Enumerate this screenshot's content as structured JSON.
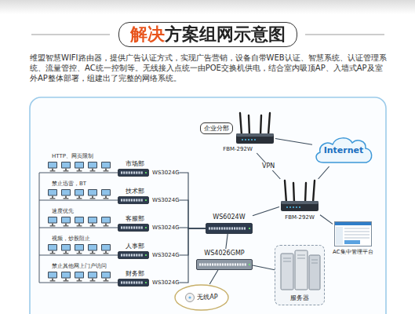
{
  "diagram": {
    "title": "解决方案组网示意图",
    "caption": "维盟智慧WIFI路由器，提供广告认证方式，实现广告营销，设备自带WEB认证、智慧系统、认证管理系统、流量管控、AC统一控制等。无线接入点统一由POE交换机供电，结合室内吸顶AP、入墙式AP及室外AP整体部署，组建出了完整的网络系统。",
    "nodes": [
      {
        "text": [
          "市场部",
          "WS3024G"
        ]
      },
      {
        "text": [
          "技术部",
          "WS3024G"
        ]
      },
      {
        "text": [
          "客服部",
          "WS3024G"
        ]
      },
      {
        "text": [
          "人事部",
          "WS3024G"
        ]
      },
      {
        "text": [
          "财务部",
          "WS3024G"
        ]
      },
      {
        "text": [
          "WS6024W"
        ]
      },
      {
        "text": [
          "WS4026GMP"
        ]
      },
      {
        "text": [
          "无线AP"
        ]
      },
      {
        "text": [
          "企业分部",
          "FBM-292W"
        ]
      },
      {
        "text": [
          "Internet"
        ]
      },
      {
        "text": [
          "FBM-292W"
        ]
      },
      {
        "text": [
          "AC集中管理平台"
        ]
      },
      {
        "text": [
          "服务器"
        ]
      }
    ],
    "edges": [
      {
        "from": 0,
        "to": 5,
        "arrow": "none"
      },
      {
        "from": 1,
        "to": 5,
        "arrow": "none"
      },
      {
        "from": 2,
        "to": 5,
        "arrow": "none"
      },
      {
        "from": 3,
        "to": 5,
        "arrow": "none"
      },
      {
        "from": 4,
        "to": 5,
        "arrow": "none"
      },
      {
        "from": 5,
        "to": 10,
        "arrow": "none"
      },
      {
        "from": 5,
        "to": 6,
        "arrow": "none"
      },
      {
        "from": 6,
        "to": 7,
        "arrow": "none"
      },
      {
        "from": 6,
        "to": 12,
        "arrow": "none"
      },
      {
        "from": 8,
        "to": 9,
        "arrow": "none"
      },
      {
        "from": 10,
        "to": 9,
        "arrow": "none"
      },
      {
        "from": 8,
        "to": 10,
        "label": "VPN",
        "arrow": "none"
      },
      {
        "from": 10,
        "to": 11,
        "arrow": "none"
      }
    ],
    "labels": [
      "HTTP、网页限制",
      "禁止迅雷，BT",
      "速度优先",
      "视频，炒股阻止",
      "禁止其他网上门户访问"
    ]
  }
}
